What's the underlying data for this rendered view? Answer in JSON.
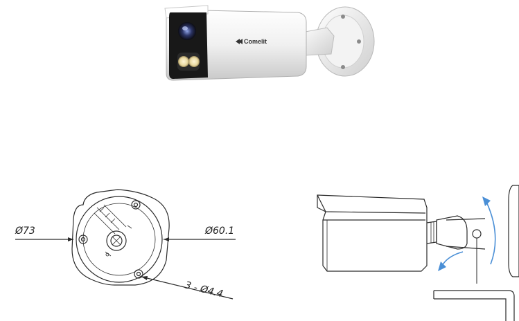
{
  "product_photo": {
    "brand": "Comelit"
  },
  "base_drawing": {
    "outer_diameter_label": "Ø73",
    "inner_diameter_label": "Ø60.1",
    "screw_holes_label": "3 - Ø4.4"
  },
  "colors": {
    "rotation_arrow": "#4a8fd6",
    "line": "#2a2a2a",
    "camera_body": "#f2f2f2",
    "camera_front": "#1b1b1b"
  }
}
